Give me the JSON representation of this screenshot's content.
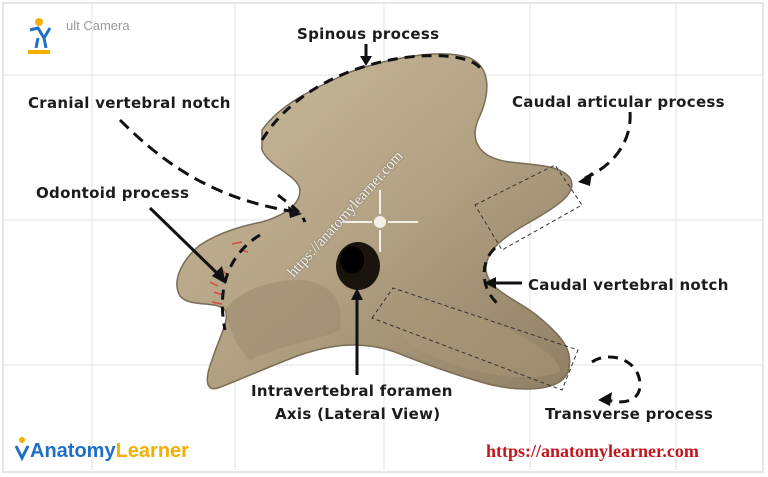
{
  "camera_label": "ult Camera",
  "labels": {
    "spinous_process": "Spinous process",
    "cranial_vertebral_notch": "Cranial vertebral notch",
    "caudal_articular_process": "Caudal articular process",
    "odontoid_process": "Odontoid process",
    "caudal_vertebral_notch": "Caudal vertebral notch",
    "intravertebral_foramen": "Intravertebral foramen",
    "axis_lateral_view": "Axis (Lateral View)",
    "transverse_process": "Transverse process"
  },
  "watermark": "https://anatomylearner.com",
  "footer": {
    "brand_part1": "Anatomy",
    "brand_part2": "Learner",
    "url": "https://anatomylearner.com"
  },
  "colors": {
    "bone": "#b8a88c",
    "bone_shadow": "#8a7b62",
    "label_text": "#1c1c1c",
    "url_red": "#c4141c",
    "brand_blue": "#1f6fc8",
    "brand_yellow": "#f4b000"
  }
}
